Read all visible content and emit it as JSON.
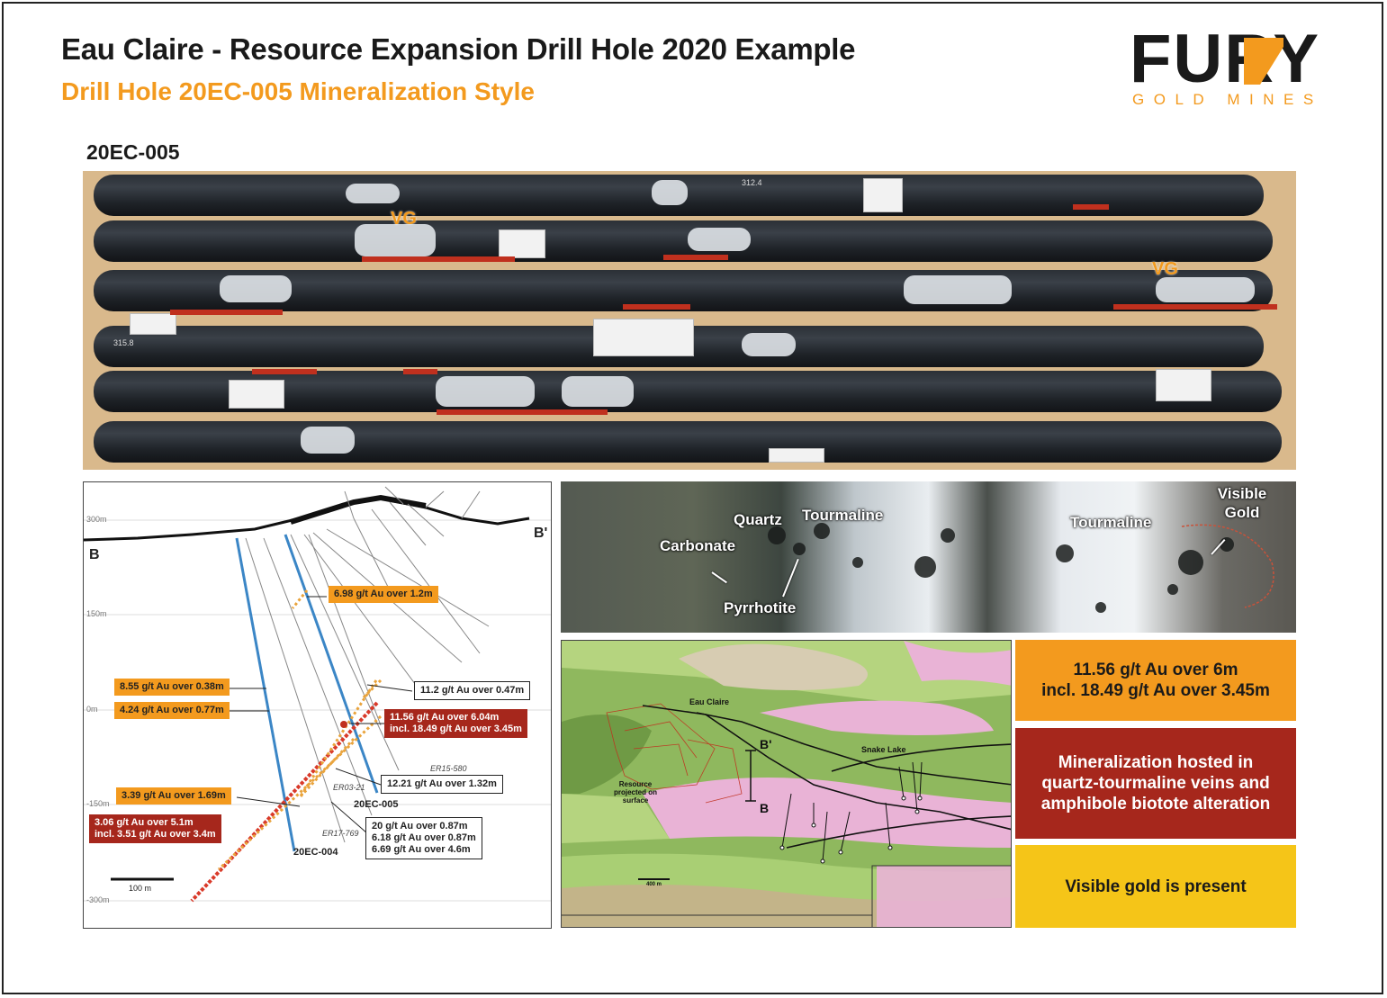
{
  "header": {
    "title": "Eau Claire - Resource Expansion Drill Hole 2020 Example",
    "subtitle": "Drill Hole 20EC-005 Mineralization Style"
  },
  "logo": {
    "word": "FURY",
    "sub": "GOLD MINES"
  },
  "core_photo": {
    "hole_id": "20EC-005",
    "vg_labels": [
      "VG",
      "VG"
    ],
    "marker_texts": [
      "312.4",
      "315.8"
    ],
    "colors": {
      "box": "#d9b98c",
      "core": "#2b3036",
      "assay_bar": "#c0301e"
    }
  },
  "section": {
    "endpoints": {
      "left": "B",
      "right": "B'"
    },
    "elevations": [
      "300m",
      "150m",
      "0m",
      "-150m",
      "-300m"
    ],
    "callouts": [
      {
        "text": "6.98 g/t Au over 1.2m",
        "style": "orange"
      },
      {
        "text": "8.55 g/t Au over 0.38m",
        "style": "orange"
      },
      {
        "text": "4.24 g/t Au over 0.77m",
        "style": "orange"
      },
      {
        "text": "11.2 g/t Au over 0.47m",
        "style": "white"
      },
      {
        "text": "11.56 g/t Au over 6.04m",
        "text2": "incl. 18.49 g/t Au over 3.45m",
        "style": "red"
      },
      {
        "text": "12.21 g/t Au over 1.32m",
        "style": "white"
      },
      {
        "text": "3.39 g/t Au over 1.69m",
        "style": "orange"
      },
      {
        "text": "3.06 g/t Au over 5.1m",
        "text2": "incl. 3.51 g/t Au over 3.4m",
        "style": "red"
      },
      {
        "text": "20 g/t Au over 0.87m",
        "text2": "6.18 g/t Au over 0.87m",
        "text3": "6.69 g/t Au over 4.6m",
        "style": "white"
      }
    ],
    "hole_labels": {
      "hole_005": "20EC-005",
      "hole_004": "20EC-004"
    },
    "minor_holes": {
      "er15": "ER15-580",
      "er03": "ER03-21",
      "er17": "ER17-769"
    },
    "scale_bar": "100 m"
  },
  "mineral_photo": {
    "labels": {
      "quartz": "Quartz",
      "tourmaline_1": "Tourmaline",
      "tourmaline_2": "Tourmaline",
      "carbonate": "Carbonate",
      "pyrrhotite": "Pyrrhotite",
      "visible_gold": "Visible Gold"
    }
  },
  "map": {
    "eau_claire": "Eau Claire",
    "snake_lake": "Snake Lake",
    "resource_note": "Resource projected on surface",
    "b_top": "B'",
    "b_bottom": "B",
    "scale": "400 m",
    "colors": {
      "green_light": "#a9cf74",
      "green_dark": "#6f9a45",
      "pink": "#e9b3d6",
      "beige": "#d7ccb2"
    }
  },
  "summary": {
    "assay_line1": "11.56 g/t Au over 6m",
    "assay_line2": "incl. 18.49 g/t Au over 3.45m",
    "host_line1": "Mineralization hosted in",
    "host_line2": "quartz-tourmaline veins and",
    "host_line3": "amphibole biotote alteration",
    "visible_gold": "Visible gold is present",
    "colors": {
      "orange": "#f39a1e",
      "red": "#a6271c",
      "yellow": "#f5c518"
    }
  }
}
